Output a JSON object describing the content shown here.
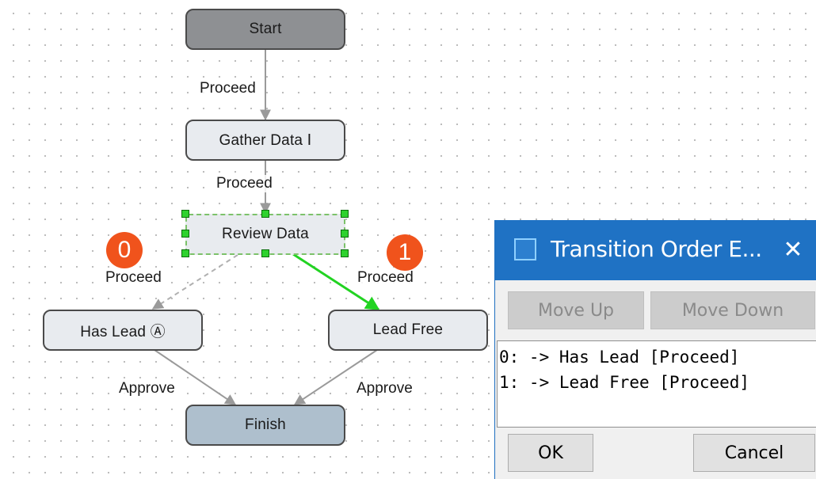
{
  "diagram": {
    "nodes": {
      "start": "Start",
      "gather": "Gather Data Ⅰ",
      "review": "Review Data",
      "has_lead": "Has Lead Ⓐ",
      "lead_free": "Lead Free",
      "finish": "Finish"
    },
    "edge_labels": {
      "start_gather": "Proceed",
      "gather_review": "Proceed",
      "review_haslead": "Proceed",
      "review_leadfree": "Proceed",
      "haslead_finish": "Approve",
      "leadfree_finish": "Approve"
    },
    "badges": [
      "0",
      "1"
    ],
    "colors": {
      "highlight_edge": "#22d322",
      "badge": "#f0531c",
      "start_node": "#8e9093",
      "finish_node": "#aebfcd"
    }
  },
  "dialog": {
    "title": "Transition Order E...",
    "close_glyph": "✕",
    "move_up_label": "Move Up",
    "move_down_label": "Move Down",
    "items": [
      "0: -> Has Lead [Proceed]",
      "1: -> Lead Free [Proceed]"
    ],
    "ok_label": "OK",
    "cancel_label": "Cancel"
  }
}
